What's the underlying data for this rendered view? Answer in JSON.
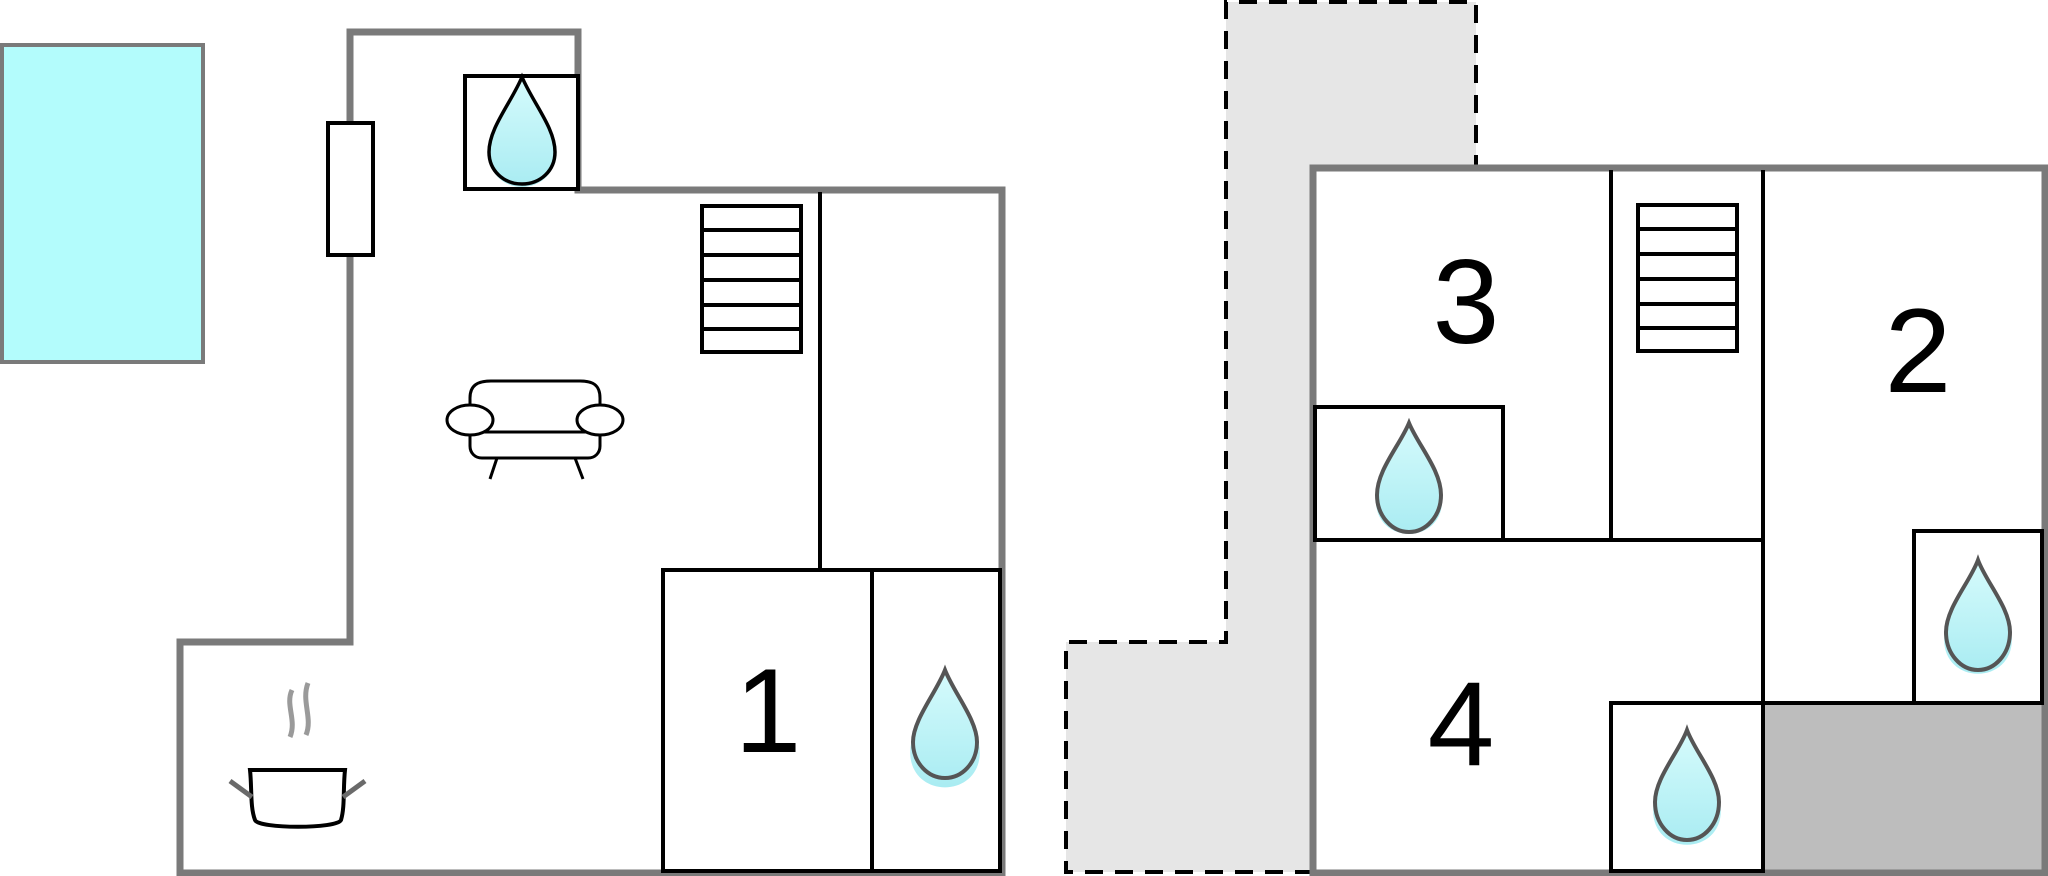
{
  "plan": {
    "rooms": [
      {
        "label": "1"
      },
      {
        "label": "2"
      },
      {
        "label": "3"
      },
      {
        "label": "4"
      }
    ],
    "icons": [
      "pool-icon",
      "window-icon",
      "water-drop-icon",
      "stairs-icon",
      "sofa-icon",
      "cooking-pot-icon"
    ],
    "colors": {
      "pool": "#b3fcfc",
      "water_drop": "#b9f3f6",
      "terrace": "#e6e6e6",
      "shaded_area": "#bdbdbd",
      "outer_wall": "#7a7a7a",
      "inner_wall": "#000000"
    }
  }
}
